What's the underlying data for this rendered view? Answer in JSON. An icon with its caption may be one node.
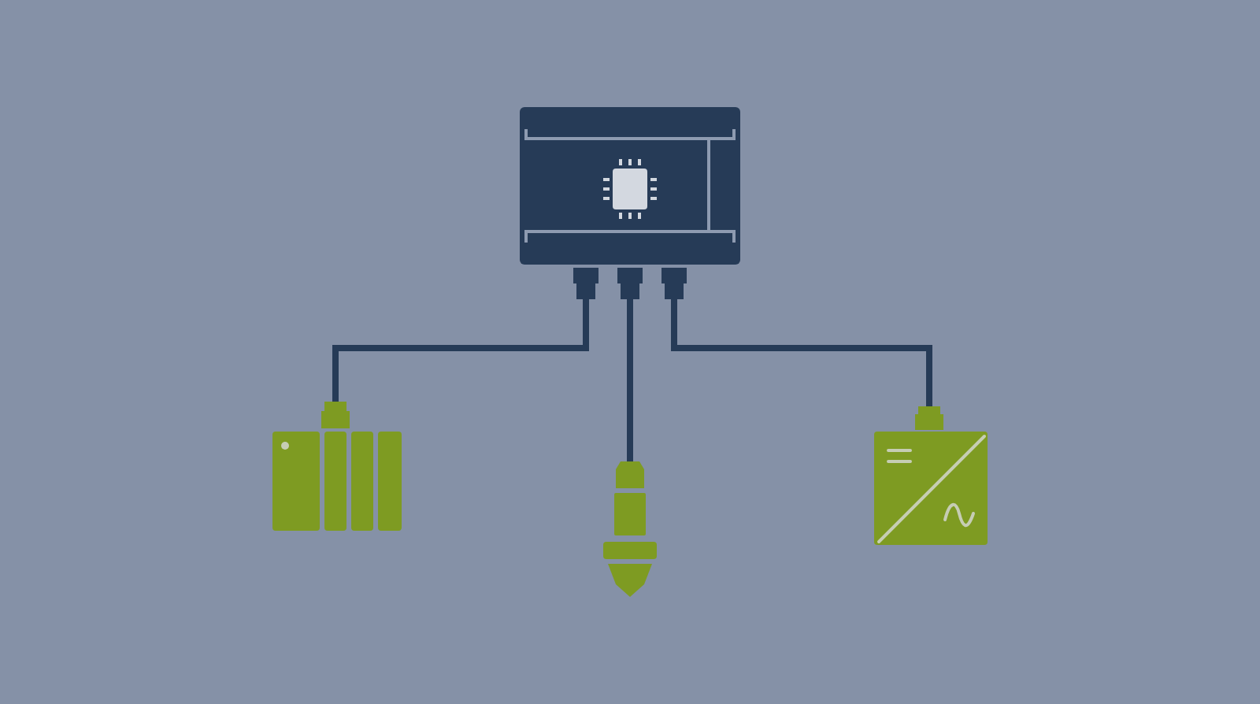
{
  "diagram": {
    "nodes": [
      {
        "text": [],
        "shape": "picture"
      },
      {
        "text": [],
        "shape": "picture"
      },
      {
        "text": [],
        "shape": "picture"
      },
      {
        "text": [],
        "shape": "picture"
      }
    ],
    "edges": [
      {
        "from": 0,
        "to": 1,
        "arrow": "none"
      },
      {
        "from": 0,
        "to": 2,
        "arrow": "none"
      },
      {
        "from": 0,
        "to": 3,
        "arrow": "none"
      }
    ]
  }
}
